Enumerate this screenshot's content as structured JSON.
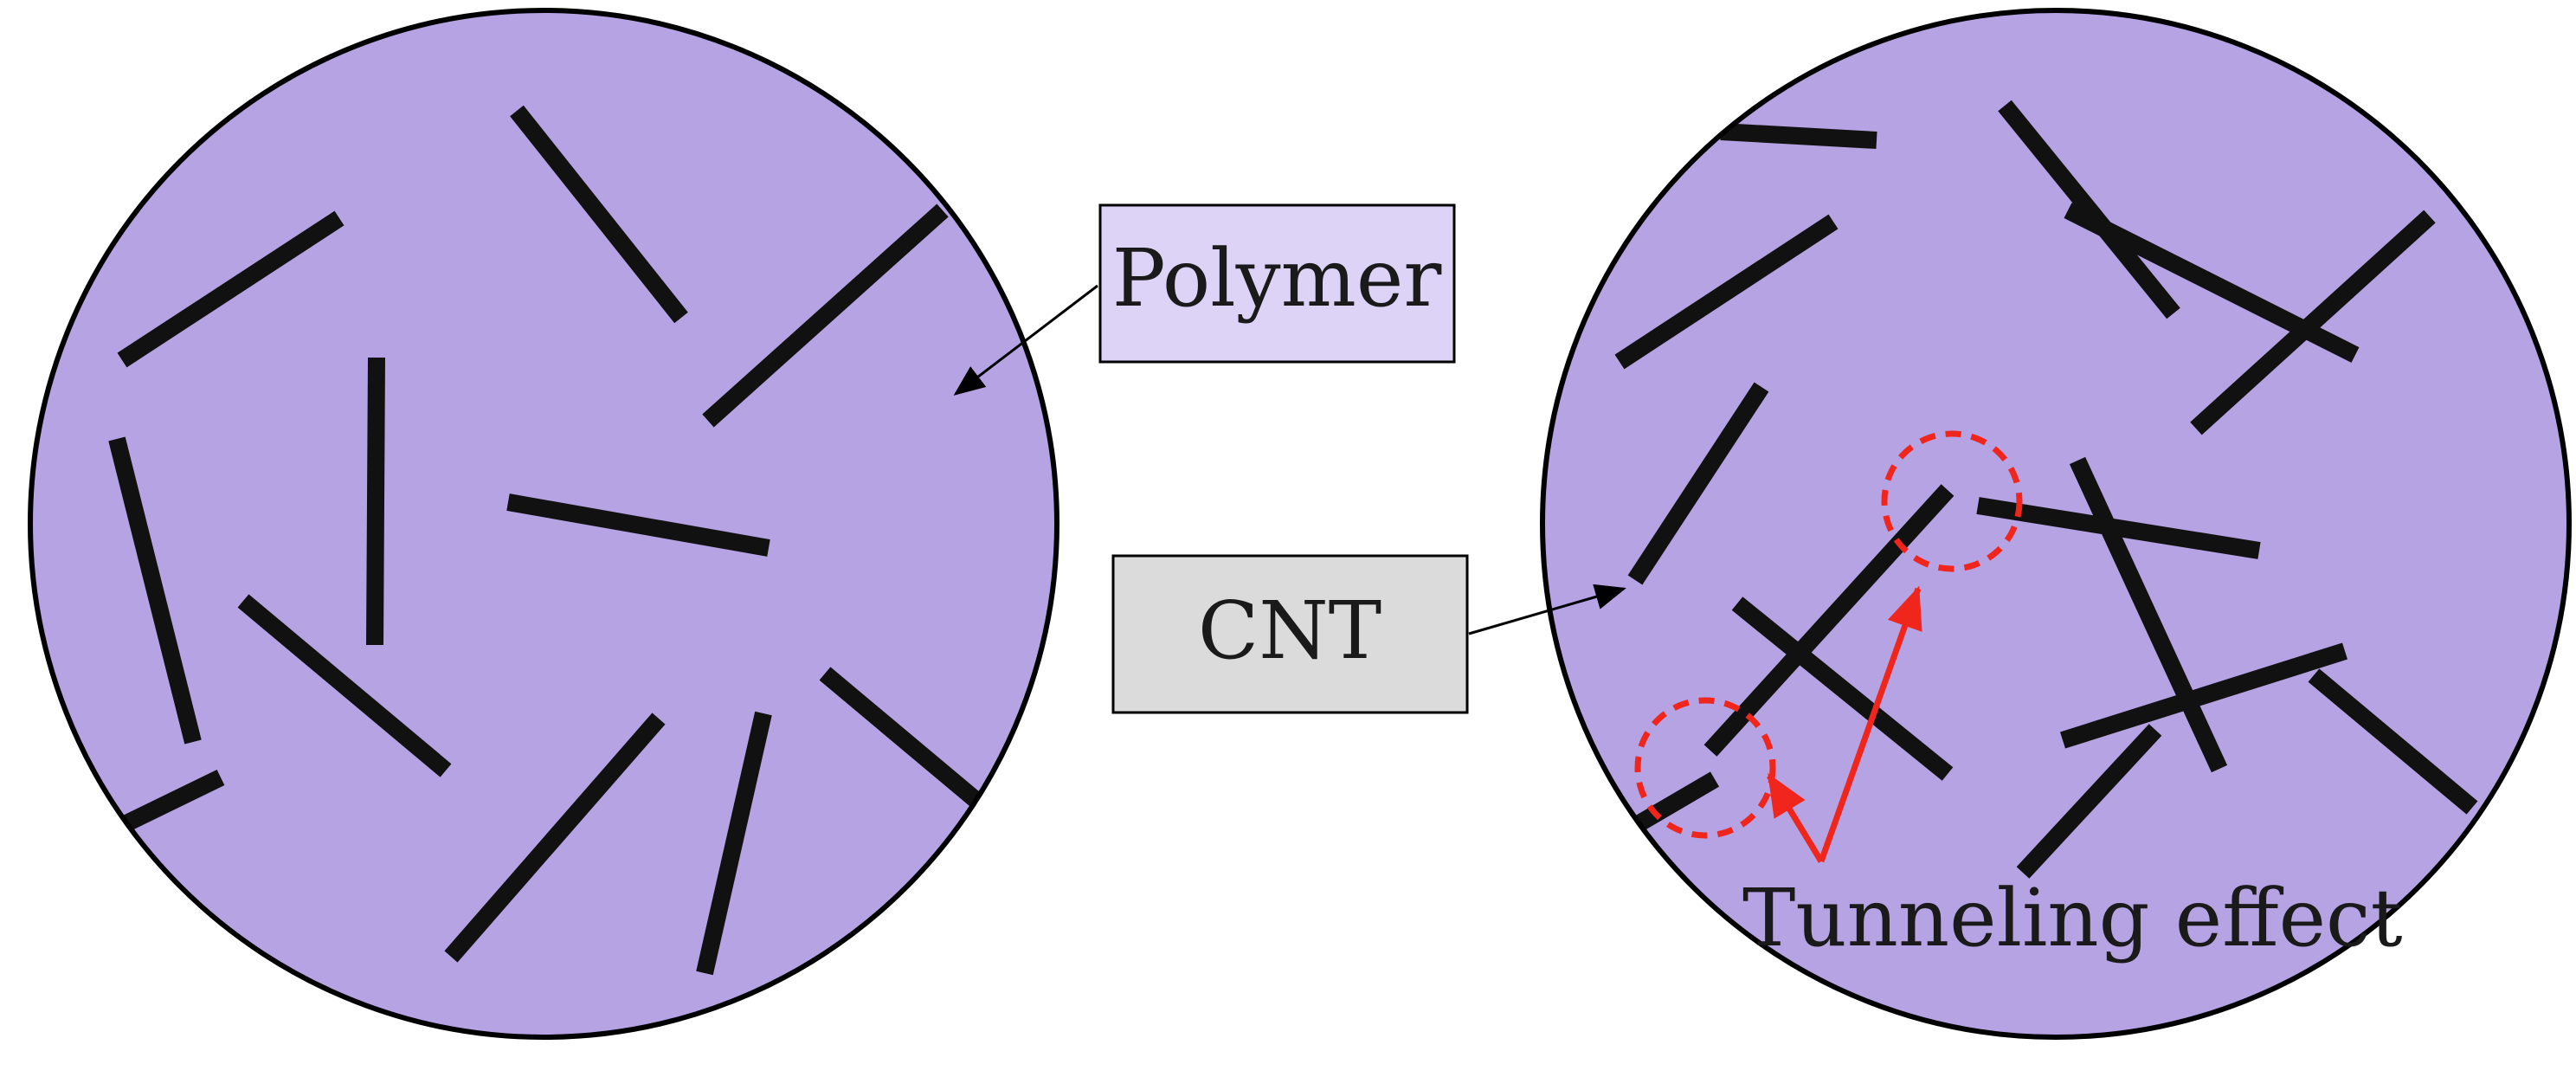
{
  "labels": {
    "polymer": "Polymer",
    "cnt": "CNT",
    "tunneling": "Tunneling effect"
  },
  "colors": {
    "matrix_fill": "#b5a3e4",
    "outline": "#000000",
    "polymer_box_fill": "#dcd3f7",
    "cnt_box_fill": "#dbdbdb",
    "tube": "#111111",
    "highlight": "#f0251c"
  },
  "panels": [
    {
      "name": "isolated-cnt-network",
      "tunneling_sites": 0
    },
    {
      "name": "percolated-cnt-network",
      "tunneling_sites": 2
    }
  ]
}
